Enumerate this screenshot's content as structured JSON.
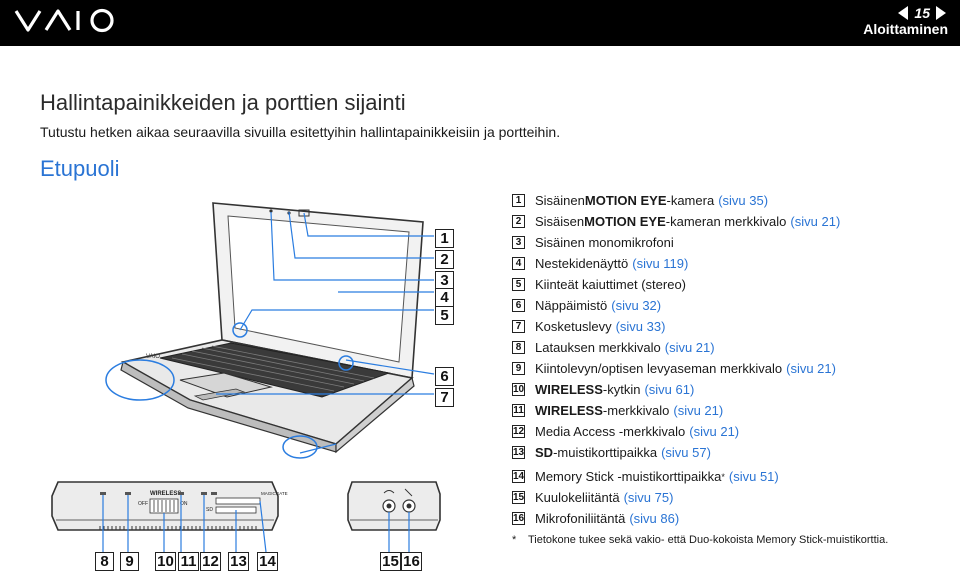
{
  "header": {
    "logo_text": "VAIO",
    "page_number": "15",
    "section_title": "Aloittaminen",
    "prev_arrow": "arrow-left",
    "next_arrow": "arrow-right"
  },
  "title": "Hallintapainikkeiden ja porttien sijainti",
  "intro": "Tutustu hetken aikaa seuraavilla sivuilla esitettyihin hallintapainikkeisiin ja portteihin.",
  "subtitle": "Etupuoli",
  "parts": [
    {
      "num": "1",
      "pre": "Sisäinen ",
      "bold": "MOTION EYE",
      "post": " -kamera",
      "ref": "(sivu 35)"
    },
    {
      "num": "2",
      "pre": "Sisäisen ",
      "bold": "MOTION EYE",
      "post": " -kameran merkkivalo",
      "ref": "(sivu 21)"
    },
    {
      "num": "3",
      "pre": "Sisäinen monomikrofoni",
      "bold": "",
      "post": "",
      "ref": ""
    },
    {
      "num": "4",
      "pre": "Nestekidenäyttö",
      "bold": "",
      "post": "",
      "ref": "(sivu 119)"
    },
    {
      "num": "5",
      "pre": "Kiinteät kaiuttimet (stereo)",
      "bold": "",
      "post": "",
      "ref": ""
    },
    {
      "num": "6",
      "pre": "Näppäimistö",
      "bold": "",
      "post": "",
      "ref": "(sivu 32)"
    },
    {
      "num": "7",
      "pre": "Kosketuslevy",
      "bold": "",
      "post": "",
      "ref": "(sivu 33)"
    },
    {
      "num": "8",
      "pre": "Latauksen merkkivalo",
      "bold": "",
      "post": "",
      "ref": "(sivu 21)"
    },
    {
      "num": "9",
      "pre": "Kiintolevyn/optisen levyaseman merkkivalo",
      "bold": "",
      "post": "",
      "ref": "(sivu 21)"
    },
    {
      "num": "10",
      "pre": "",
      "bold": "WIRELESS",
      "post": "-kytkin",
      "ref": "(sivu 61)"
    },
    {
      "num": "11",
      "pre": "",
      "bold": "WIRELESS",
      "post": "-merkkivalo",
      "ref": "(sivu 21)"
    },
    {
      "num": "12",
      "pre": "Media Access -merkkivalo",
      "bold": "",
      "post": "",
      "ref": "(sivu 21)"
    },
    {
      "num": "13",
      "pre": "",
      "bold": "SD",
      "post": "-muistikorttipaikka",
      "ref": "(sivu 57)"
    },
    {
      "num": "14",
      "pre": "Memory Stick -muistikorttipaikka",
      "bold": "",
      "post": "",
      "sup": "*",
      "ref": "(sivu 51)"
    },
    {
      "num": "15",
      "pre": "Kuulokeliitäntä",
      "bold": "",
      "post": "",
      "ref": "(sivu 75)"
    },
    {
      "num": "16",
      "pre": "Mikrofoniliitäntä",
      "bold": "",
      "post": "",
      "ref": "(sivu 86)"
    }
  ],
  "footnote": {
    "marker": "*",
    "text": "Tietokone tukee sekä vakio- että Duo-kokoista Memory Stick-muistikorttia."
  },
  "figure": {
    "callouts_right": [
      "1",
      "2",
      "3",
      "4",
      "5",
      "6",
      "7"
    ],
    "callouts_bottom": [
      "8",
      "9",
      "10",
      "11",
      "12",
      "13",
      "14",
      "15",
      "16"
    ],
    "panel_labels": {
      "wireless": "WIRELESS",
      "off": "OFF",
      "on": "ON",
      "sd": "SD",
      "magicgate": "MAGICGATE",
      "keyboard_logo": "VAIO"
    }
  }
}
